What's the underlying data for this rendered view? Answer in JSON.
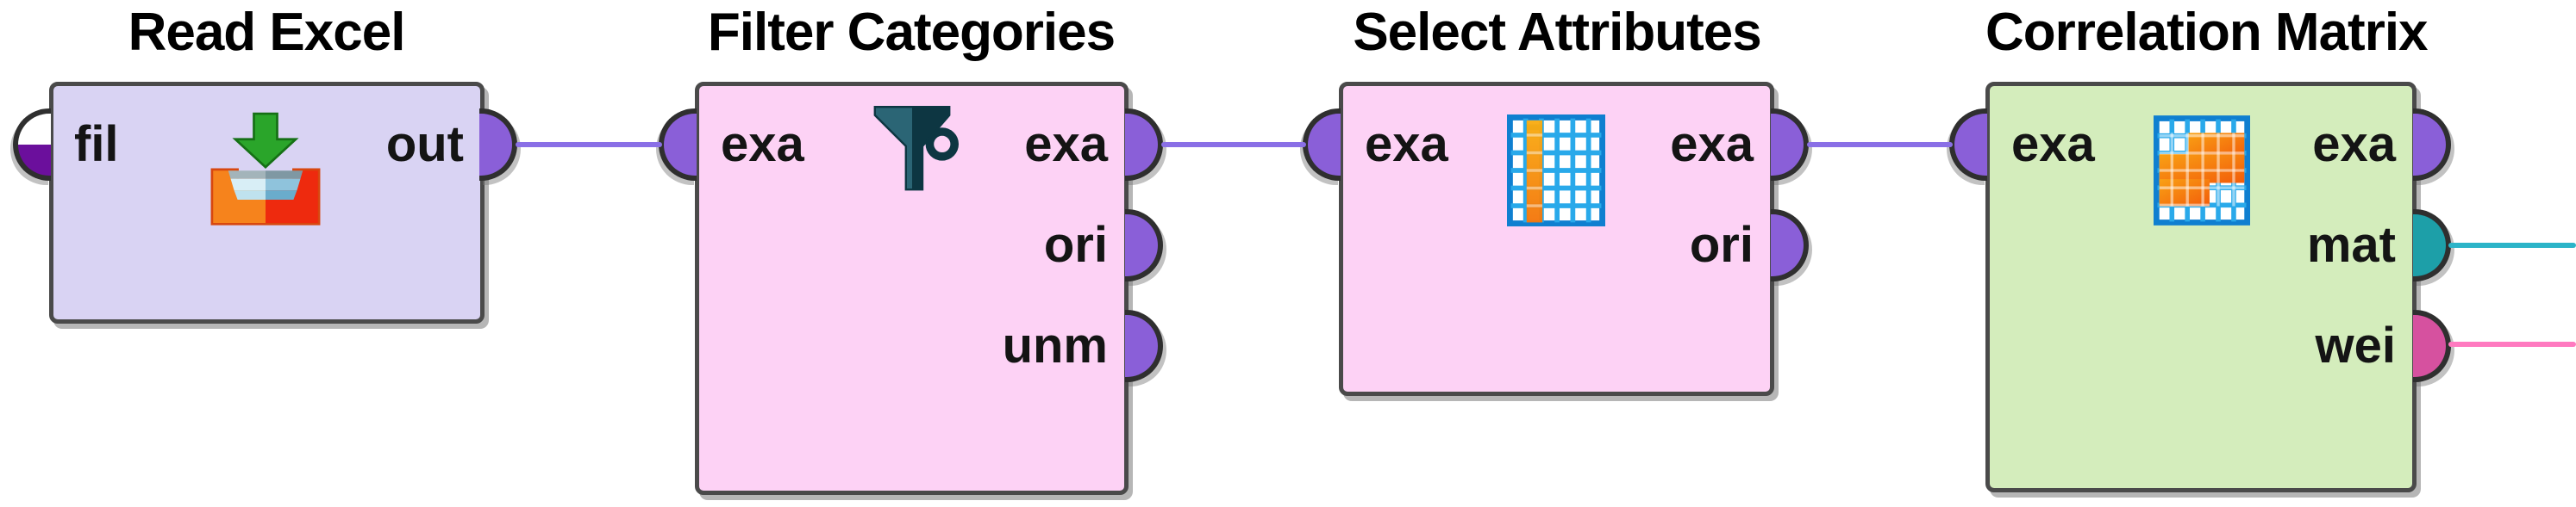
{
  "workflow": {
    "operators": [
      {
        "title": "Read Excel",
        "icon": "excel-import-icon",
        "body_color": "#d9d3f3",
        "ports_left": [
          {
            "label": "fil",
            "color": "#6b0f9c",
            "style": "half-filled-file-port"
          }
        ],
        "ports_right": [
          {
            "label": "out",
            "color": "#8a5fd8"
          }
        ]
      },
      {
        "title": "Filter Categories",
        "icon": "funnel-icon",
        "body_color": "#fdd2f5",
        "ports_left": [
          {
            "label": "exa",
            "color": "#8a5fd8"
          }
        ],
        "ports_right": [
          {
            "label": "exa",
            "color": "#8a5fd8"
          },
          {
            "label": "ori",
            "color": "#8a5fd8"
          },
          {
            "label": "unm",
            "color": "#8a5fd8"
          }
        ]
      },
      {
        "title": "Select Attributes",
        "icon": "table-column-select-icon",
        "body_color": "#fdd2f5",
        "ports_left": [
          {
            "label": "exa",
            "color": "#8a5fd8"
          }
        ],
        "ports_right": [
          {
            "label": "exa",
            "color": "#8a5fd8"
          },
          {
            "label": "ori",
            "color": "#8a5fd8"
          }
        ]
      },
      {
        "title": "Correlation Matrix",
        "icon": "correlation-matrix-icon",
        "body_color": "#d4edbc",
        "ports_left": [
          {
            "label": "exa",
            "color": "#8a5fd8"
          }
        ],
        "ports_right": [
          {
            "label": "exa",
            "color": "#8a5fd8"
          },
          {
            "label": "mat",
            "color": "#1d9fa8"
          },
          {
            "label": "wei",
            "color": "#d6519f"
          }
        ]
      }
    ],
    "connections": [
      {
        "from": "Read Excel.out",
        "to": "Filter Categories.exa",
        "color": "#8a6fe6"
      },
      {
        "from": "Filter Categories.exa",
        "to": "Select Attributes.exa",
        "color": "#8a6fe6"
      },
      {
        "from": "Select Attributes.exa",
        "to": "Correlation Matrix.exa",
        "color": "#8a6fe6"
      },
      {
        "from": "Correlation Matrix.mat",
        "to": "right-edge",
        "color": "#2cb4c8"
      },
      {
        "from": "Correlation Matrix.wei",
        "to": "right-edge",
        "color": "#ff7ac0"
      }
    ]
  }
}
